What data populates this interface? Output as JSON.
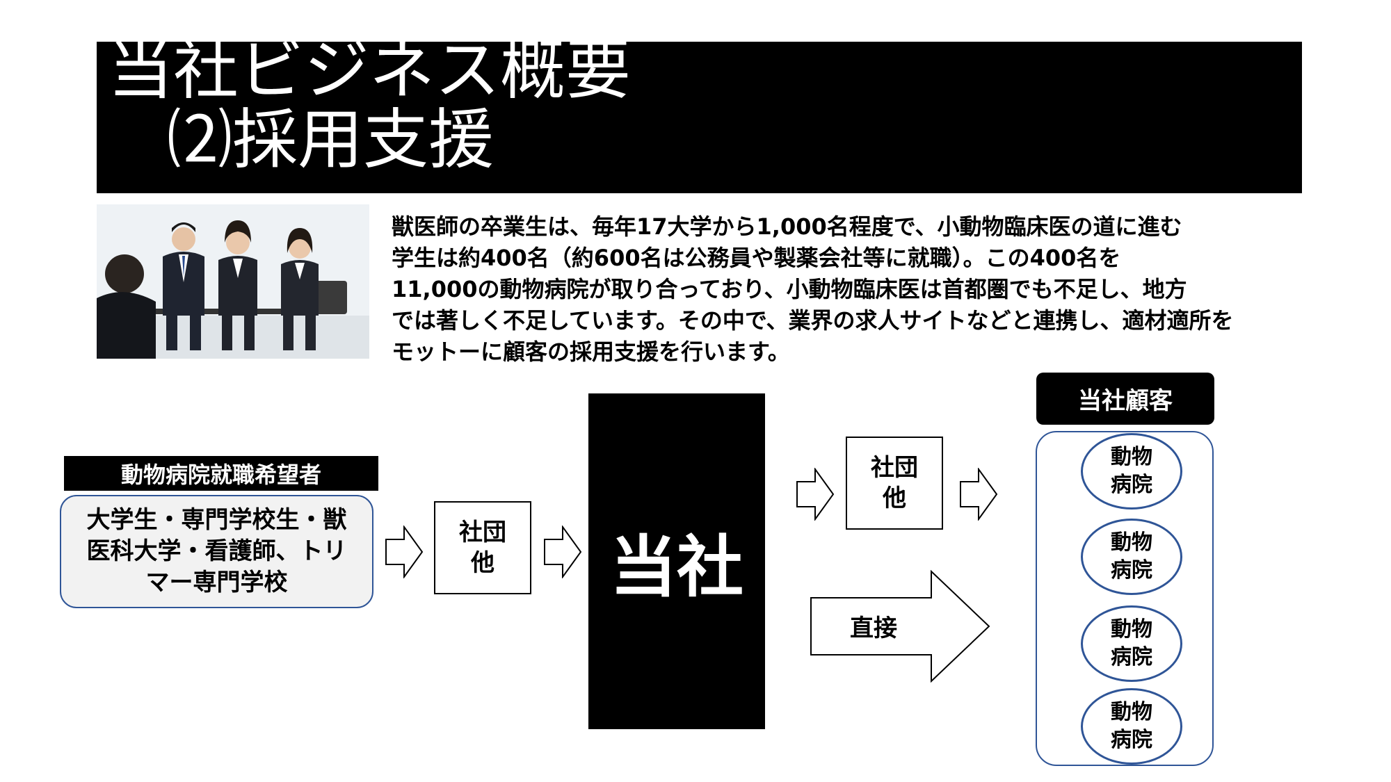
{
  "title": {
    "line1": "当社ビジネス概要",
    "line2": "⑵採用支援"
  },
  "description": {
    "lines": [
      "獣医師の卒業生は、毎年17大学から1,000名程度で、小動物臨床医の道に進む",
      "学生は約400名（約600名は公務員や製薬会社等に就職）。この400名を",
      "11,000の動物病院が取り合っており、小動物臨床医は首都圏でも不足し、地方",
      "では著しく不足しています。その中で、業界の求人サイトなどと連携し、適材適所を",
      "モットーに顧客の採用支援を行います。"
    ]
  },
  "applicants": {
    "header": "動物病院就職希望者",
    "lines": [
      "大学生・専門学校生・獣",
      "医科大学・看護師、トリ",
      "マー専門学校"
    ]
  },
  "agency_left": {
    "lines": [
      "社団",
      "他"
    ]
  },
  "company": {
    "label": "当社"
  },
  "agency_right": {
    "lines": [
      "社団",
      "他"
    ]
  },
  "direct": {
    "label": "直接"
  },
  "customers": {
    "header": "当社顧客",
    "hospitals": [
      {
        "line1": "動物",
        "line2": "病院"
      },
      {
        "line1": "動物",
        "line2": "病院"
      },
      {
        "line1": "動物",
        "line2": "病院"
      },
      {
        "line1": "動物",
        "line2": "病院"
      }
    ]
  },
  "colors": {
    "accent_blue": "#2f5597",
    "black": "#000000",
    "light_gray": "#f2f2f2"
  },
  "icons": {
    "flow_arrows": "hollow-right-arrow",
    "direct_arrow": "large-hollow-right-arrow"
  }
}
